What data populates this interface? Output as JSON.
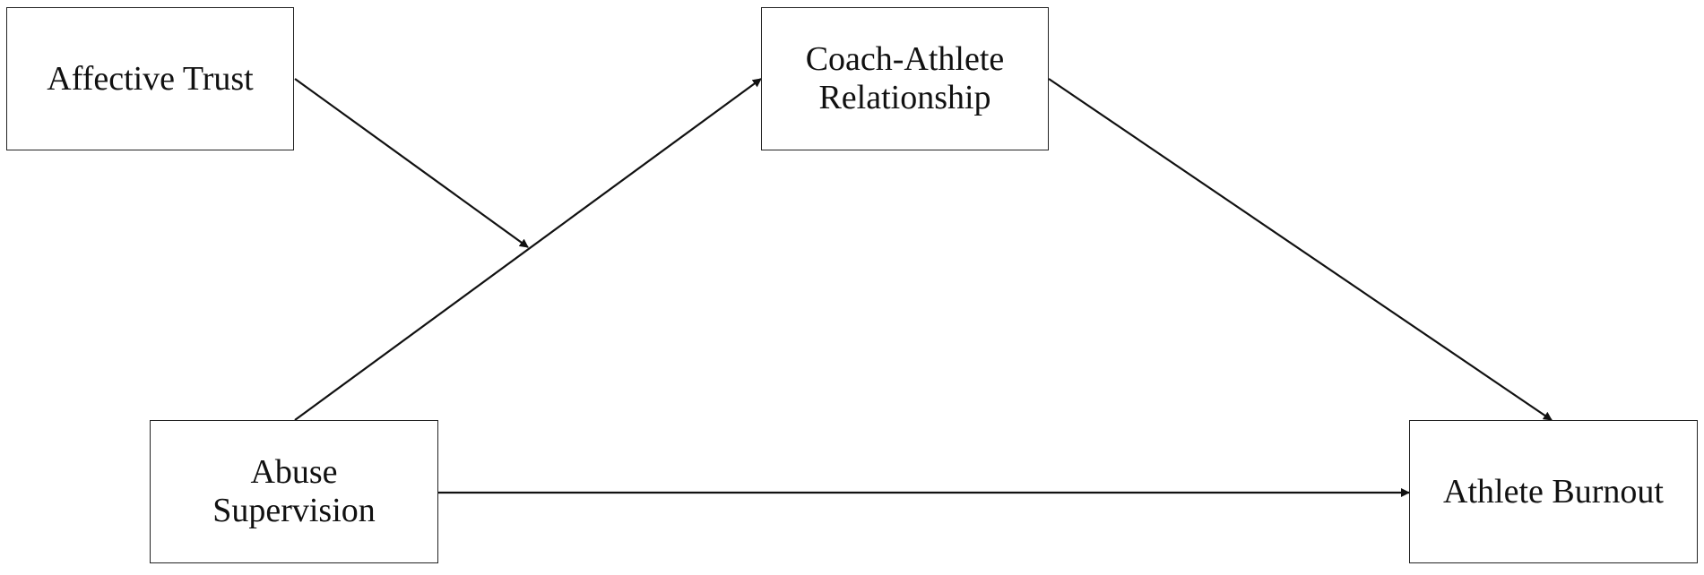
{
  "nodes": {
    "affective_trust": {
      "label": "Affective Trust"
    },
    "coach_athlete": {
      "label": "Coach-Athlete\nRelationship"
    },
    "abuse_supervision": {
      "label": "Abuse\nSupervision"
    },
    "athlete_burnout": {
      "label": "Athlete Burnout"
    }
  },
  "edges": [
    {
      "from": "abuse_supervision",
      "to": "coach_athlete"
    },
    {
      "from": "coach_athlete",
      "to": "athlete_burnout"
    },
    {
      "from": "abuse_supervision",
      "to": "athlete_burnout"
    },
    {
      "from": "affective_trust",
      "to": "path:abuse_supervision->coach_athlete"
    }
  ],
  "colors": {
    "line": "#111111",
    "border": "#222222",
    "background": "#ffffff"
  }
}
